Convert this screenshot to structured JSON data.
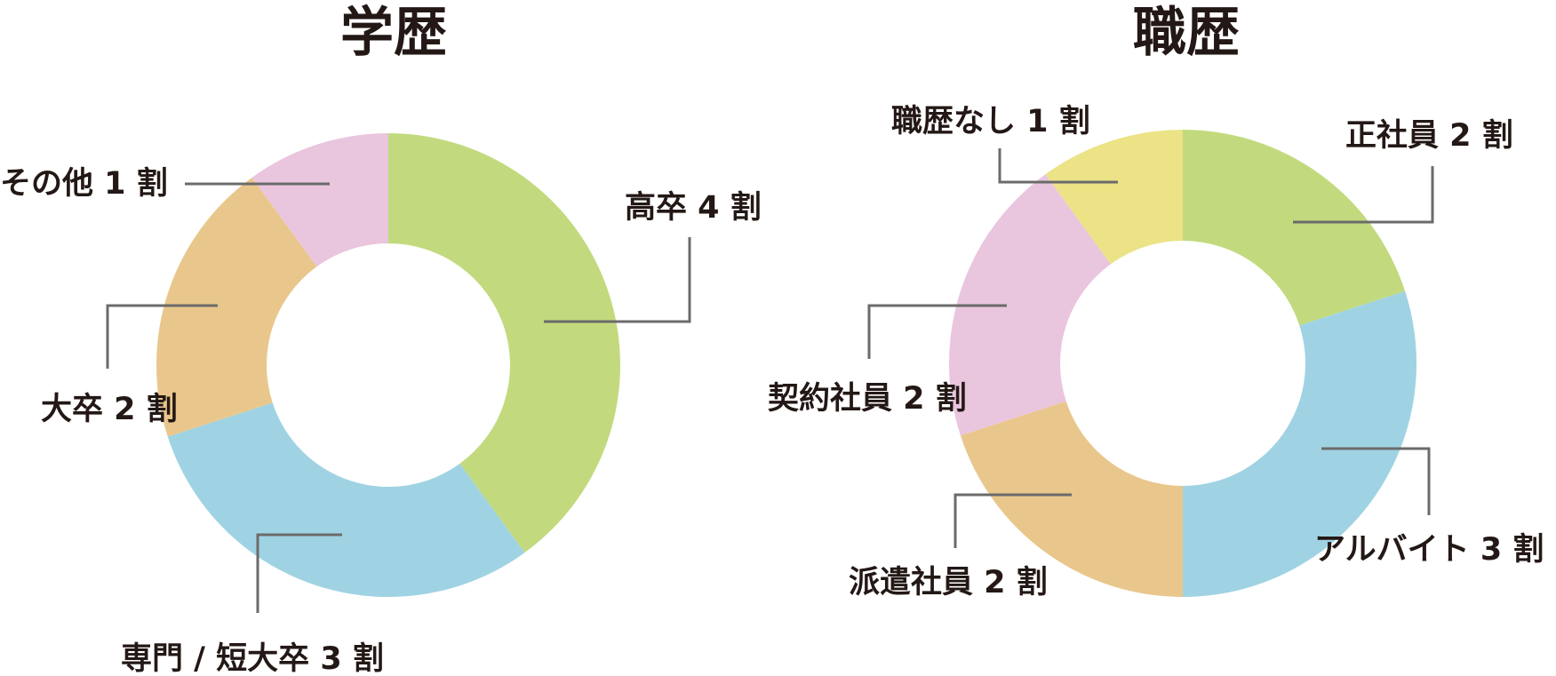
{
  "chart_data": [
    {
      "type": "pie",
      "title": "学歴",
      "unit": "割",
      "slices": [
        {
          "label": "高卒 4 割",
          "value": 4,
          "color": "#c2da7d"
        },
        {
          "label": "専門 / 短大卒 3 割",
          "value": 3,
          "color": "#9fd3e3"
        },
        {
          "label": "大卒 2 割",
          "value": 2,
          "color": "#e9c78c"
        },
        {
          "label": "その他 1 割",
          "value": 1,
          "color": "#eac5de"
        }
      ]
    },
    {
      "type": "pie",
      "title": "職歴",
      "unit": "割",
      "slices": [
        {
          "label": "正社員 2 割",
          "value": 2,
          "color": "#c2da7d"
        },
        {
          "label": "アルバイト 3 割",
          "value": 3,
          "color": "#9fd3e3"
        },
        {
          "label": "派遣社員 2 割",
          "value": 2,
          "color": "#e9c78c"
        },
        {
          "label": "契約社員 2 割",
          "value": 2,
          "color": "#eac5de"
        },
        {
          "label": "職歴なし 1 割",
          "value": 1,
          "color": "#ebe386"
        }
      ]
    }
  ]
}
